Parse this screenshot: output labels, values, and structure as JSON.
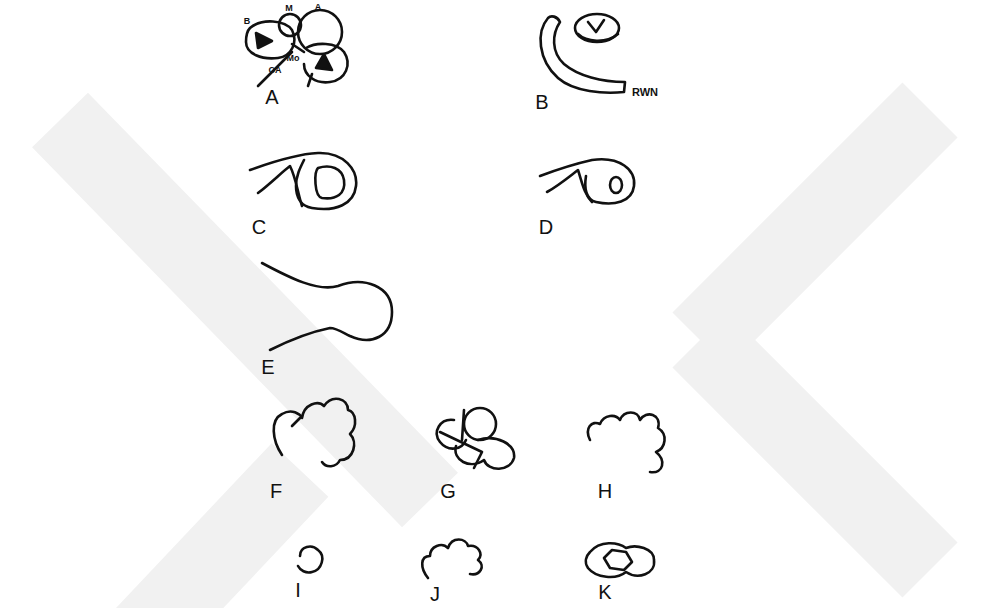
{
  "diagram": {
    "labels": [
      "B",
      "M",
      "A",
      "Mo",
      "CA",
      "A",
      "RWN",
      "B",
      "C",
      "D",
      "E",
      "F",
      "G",
      "H",
      "I",
      "J",
      "K"
    ]
  }
}
